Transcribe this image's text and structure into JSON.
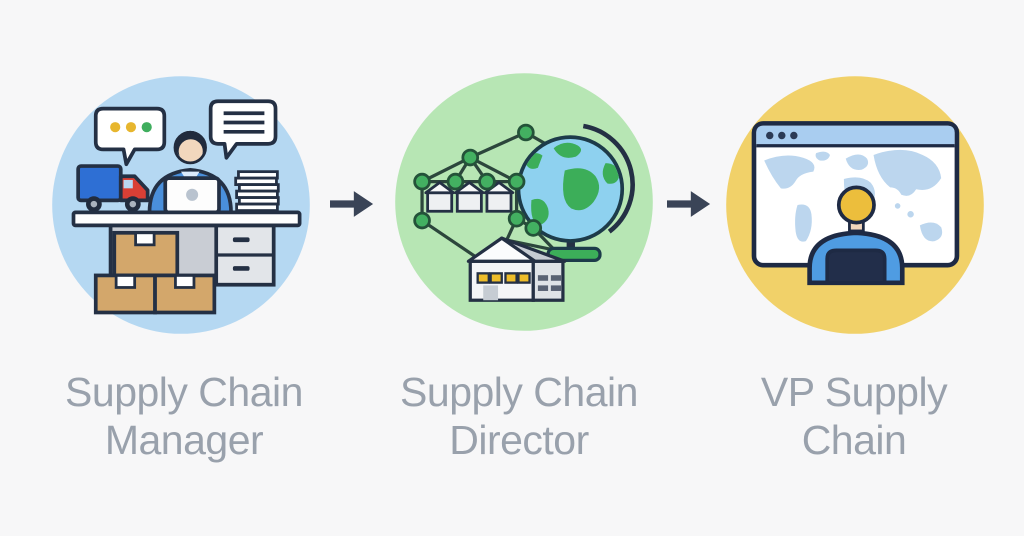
{
  "diagram": {
    "background_color": "#f7f7f8",
    "label_color": "#99a1ac",
    "arrow_color": "#3a4457",
    "outline_color": "#243044",
    "steps": [
      {
        "label": "Supply Chain Manager",
        "circle_color": "#b5d8f2",
        "icon": "manager-at-desk",
        "icon_elements": [
          "speech-bubble-dots",
          "speech-bubble-text",
          "delivery-truck",
          "person-at-laptop",
          "books-stack",
          "desk-with-drawers",
          "cardboard-boxes"
        ]
      },
      {
        "label": "Supply Chain Director",
        "circle_color": "#b7e6b4",
        "icon": "network-globe-warehouse",
        "icon_elements": [
          "supply-network-nodes",
          "small-warehouses",
          "desk-globe",
          "warehouse-building"
        ]
      },
      {
        "label": "VP Supply Chain",
        "circle_color": "#f1d169",
        "icon": "executive-world-dashboard",
        "icon_elements": [
          "browser-window",
          "world-map",
          "person-at-computer"
        ]
      }
    ]
  }
}
